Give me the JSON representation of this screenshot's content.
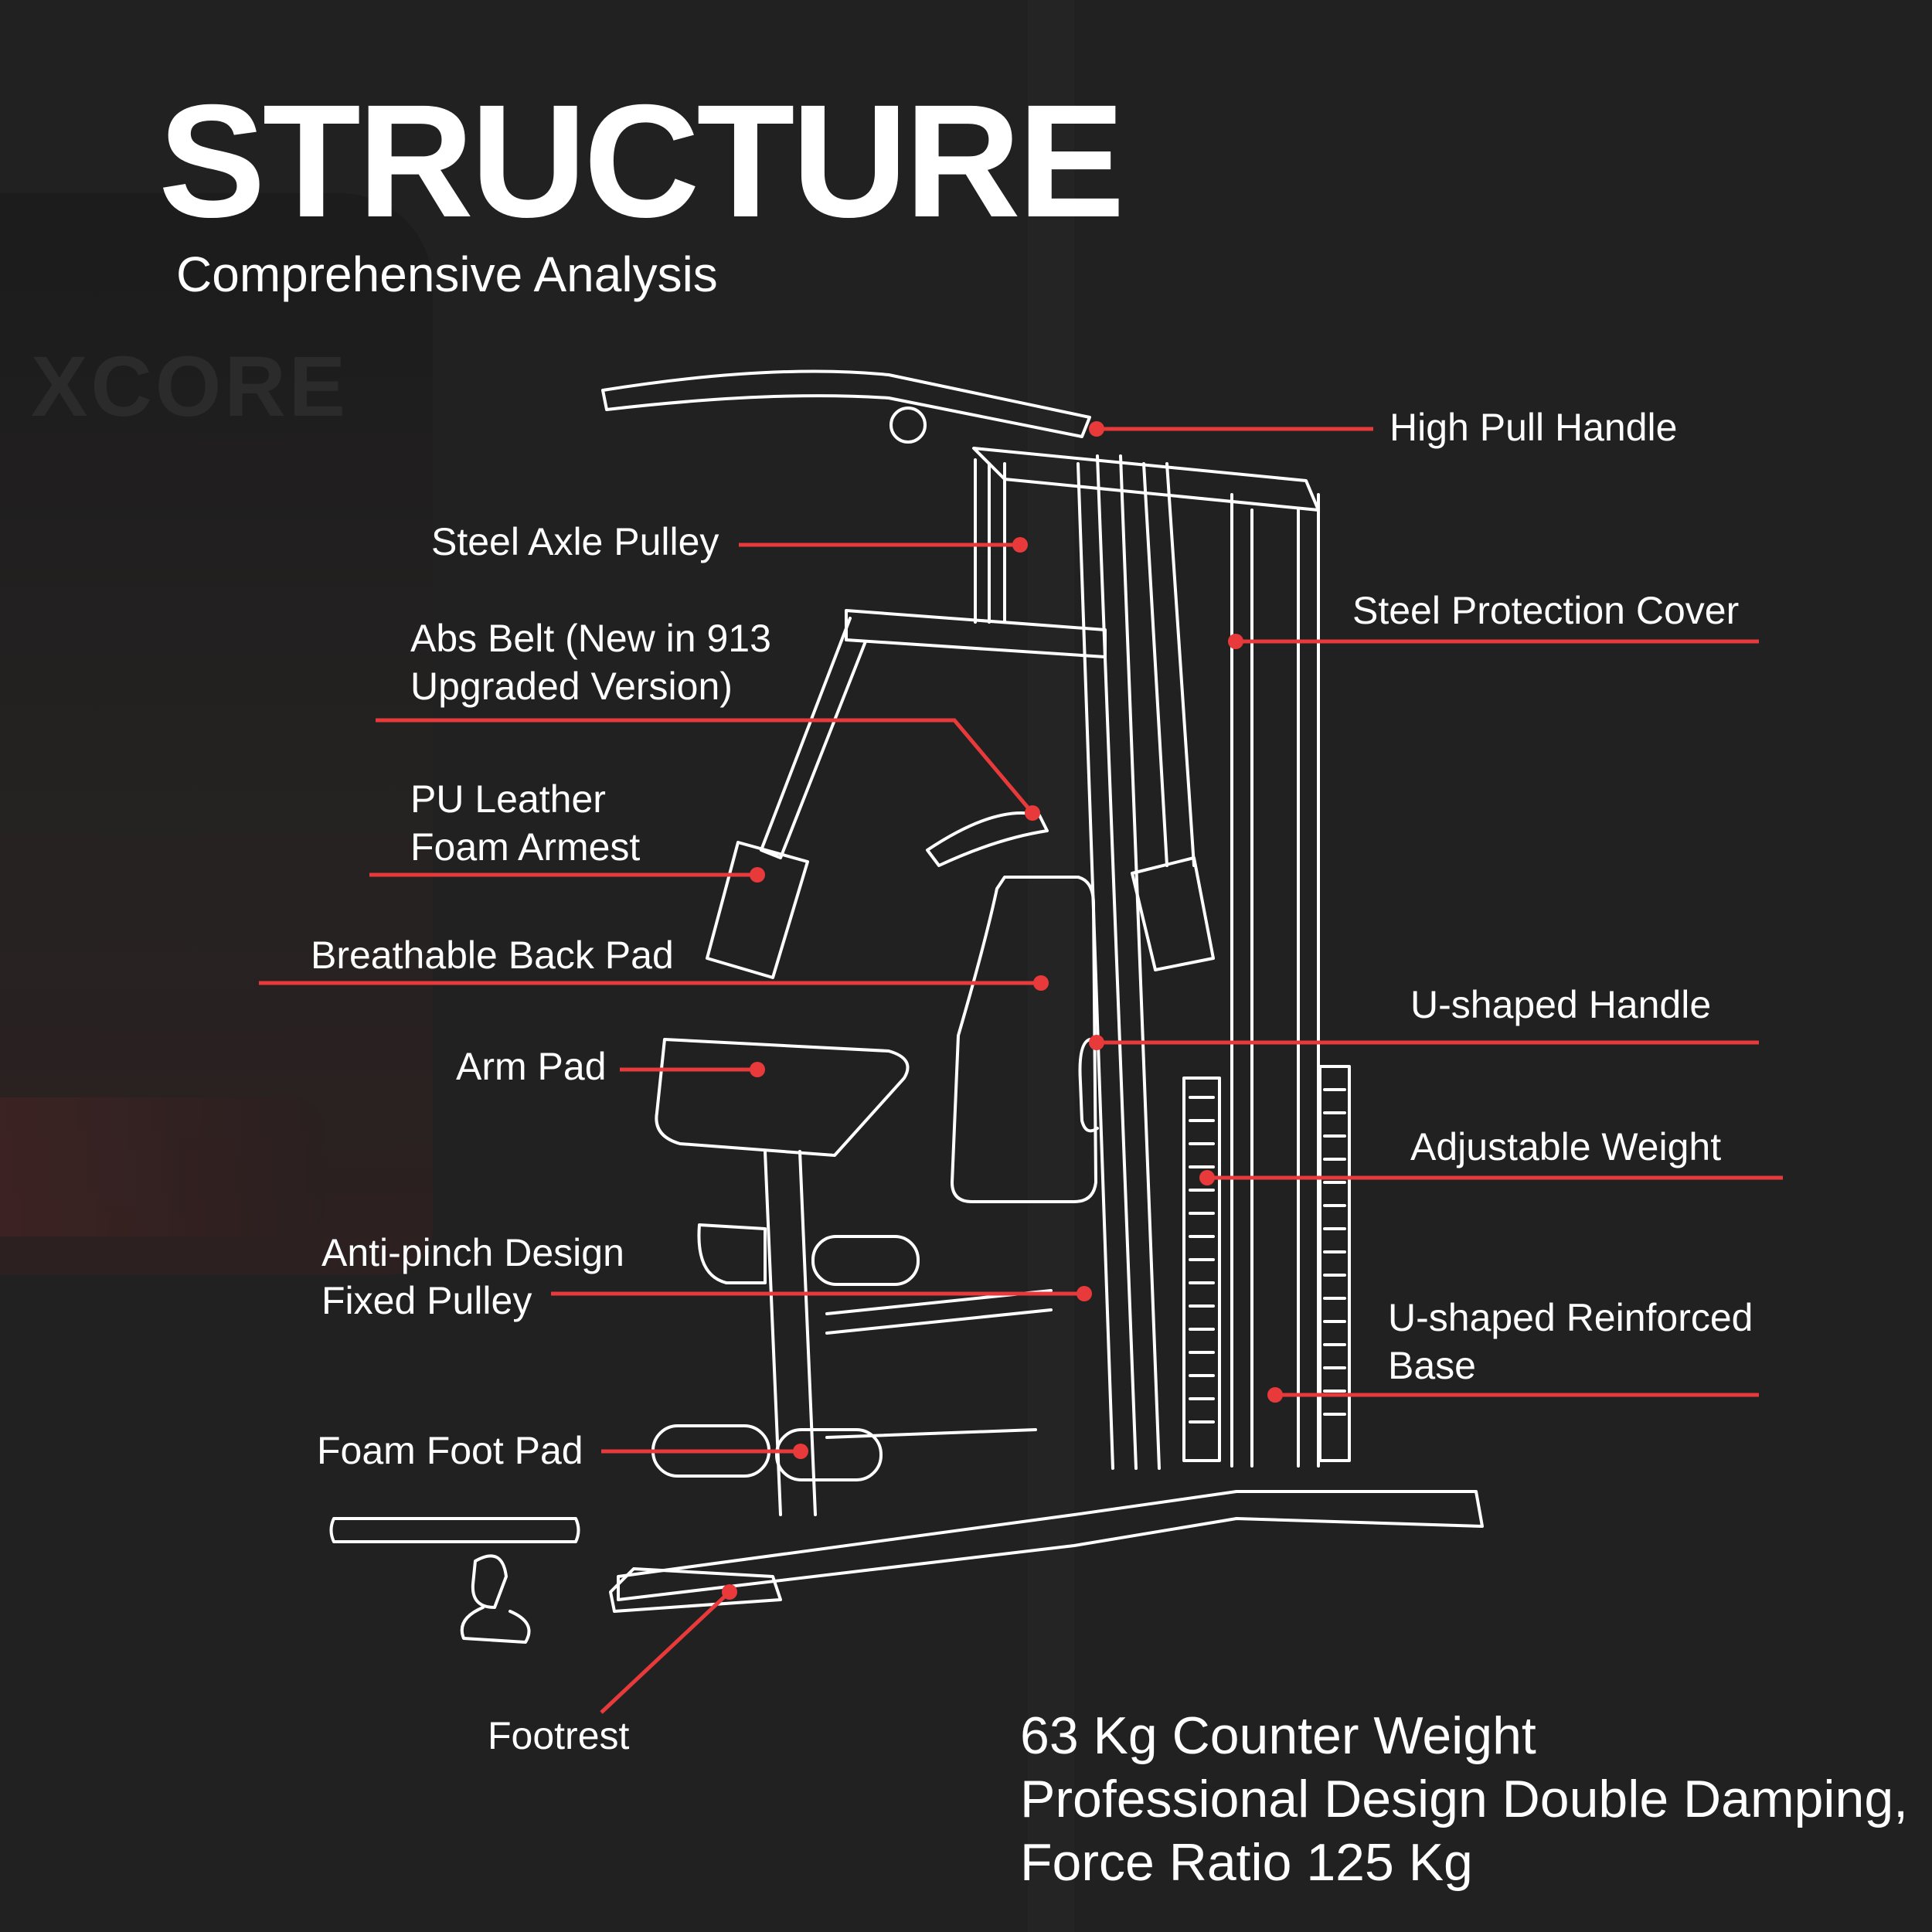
{
  "header": {
    "title": "STRUCTURE",
    "subtitle": "Comprehensive Analysis"
  },
  "background_logo": "XCORE",
  "callouts": {
    "high_pull_handle": [
      "High Pull Handle"
    ],
    "steel_axle_pulley": [
      "Steel Axle Pulley"
    ],
    "abs_belt": [
      "Abs Belt (New in 913",
      "Upgraded Version)"
    ],
    "pu_leather": [
      "PU Leather",
      "Foam Armest"
    ],
    "back_pad": [
      "Breathable Back Pad"
    ],
    "arm_pad": [
      "Arm Pad"
    ],
    "anti_pinch": [
      "Anti-pinch Design",
      "Fixed Pulley"
    ],
    "foot_pad": [
      "Foam Foot Pad"
    ],
    "footrest": [
      "Footrest"
    ],
    "steel_cover": [
      "Steel Protection Cover"
    ],
    "u_handle": [
      "U-shaped Handle"
    ],
    "adjustable_weight": [
      "Adjustable Weight"
    ],
    "u_base": [
      "U-shaped Reinforced",
      "Base"
    ]
  },
  "specs": [
    "63 Kg Counter Weight",
    "Professional Design Double Damping,",
    "Force Ratio 125 Kg"
  ],
  "colors": {
    "background": "#212121",
    "accent": "#e8393b",
    "text": "#ffffff"
  }
}
